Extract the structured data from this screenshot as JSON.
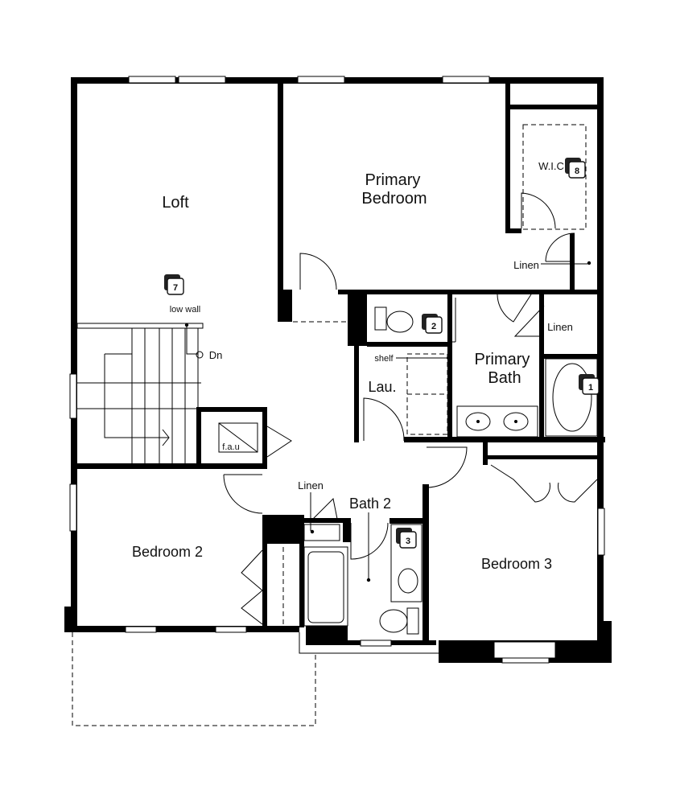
{
  "rooms": {
    "loft": "Loft",
    "primary_bedroom_line1": "Primary",
    "primary_bedroom_line2": "Bedroom",
    "wic": "W.I.C",
    "linen_1": "Linen",
    "linen_2": "Linen",
    "linen_3": "Linen",
    "primary_bath_line1": "Primary",
    "primary_bath_line2": "Bath",
    "laundry": "Lau.",
    "shelf": "shelf",
    "bath_2": "Bath 2",
    "bedroom_2": "Bedroom 2",
    "bedroom_3": "Bedroom 3",
    "fau": "f.a.u",
    "low_wall": "low wall",
    "down": "Dn"
  },
  "badges": [
    "1",
    "2",
    "3",
    "7",
    "8"
  ]
}
